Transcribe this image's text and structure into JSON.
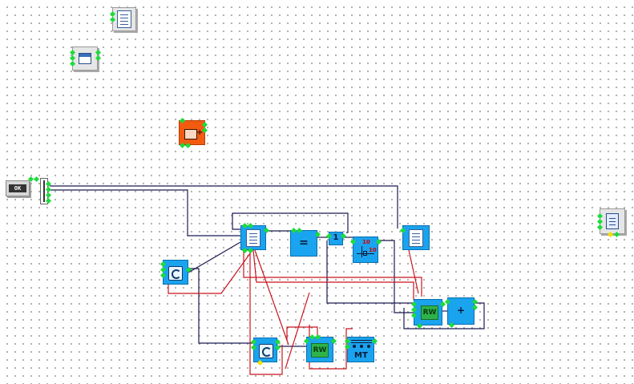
{
  "window": {
    "title": ""
  },
  "controls": {
    "ok_button_label": "OK"
  },
  "blocks": {
    "equals_label": "=",
    "compare_label": "1",
    "plus_label": "+",
    "rw_label": "RW",
    "mt_label": "MT",
    "scale_top": "10",
    "scale_right": "10"
  },
  "colors": {
    "block_fill": "#1aa3ee",
    "wire_dark": "#1a1a50",
    "wire_red": "#c8141e",
    "port": "#1edb3c",
    "orange_block": "#f25b10"
  },
  "icons": {
    "document": "document-icon",
    "window": "window-icon",
    "list_add": "list-add-icon",
    "loop": "loop-icon",
    "read_write": "rw-icon",
    "multi_terminal": "mt-icon"
  }
}
